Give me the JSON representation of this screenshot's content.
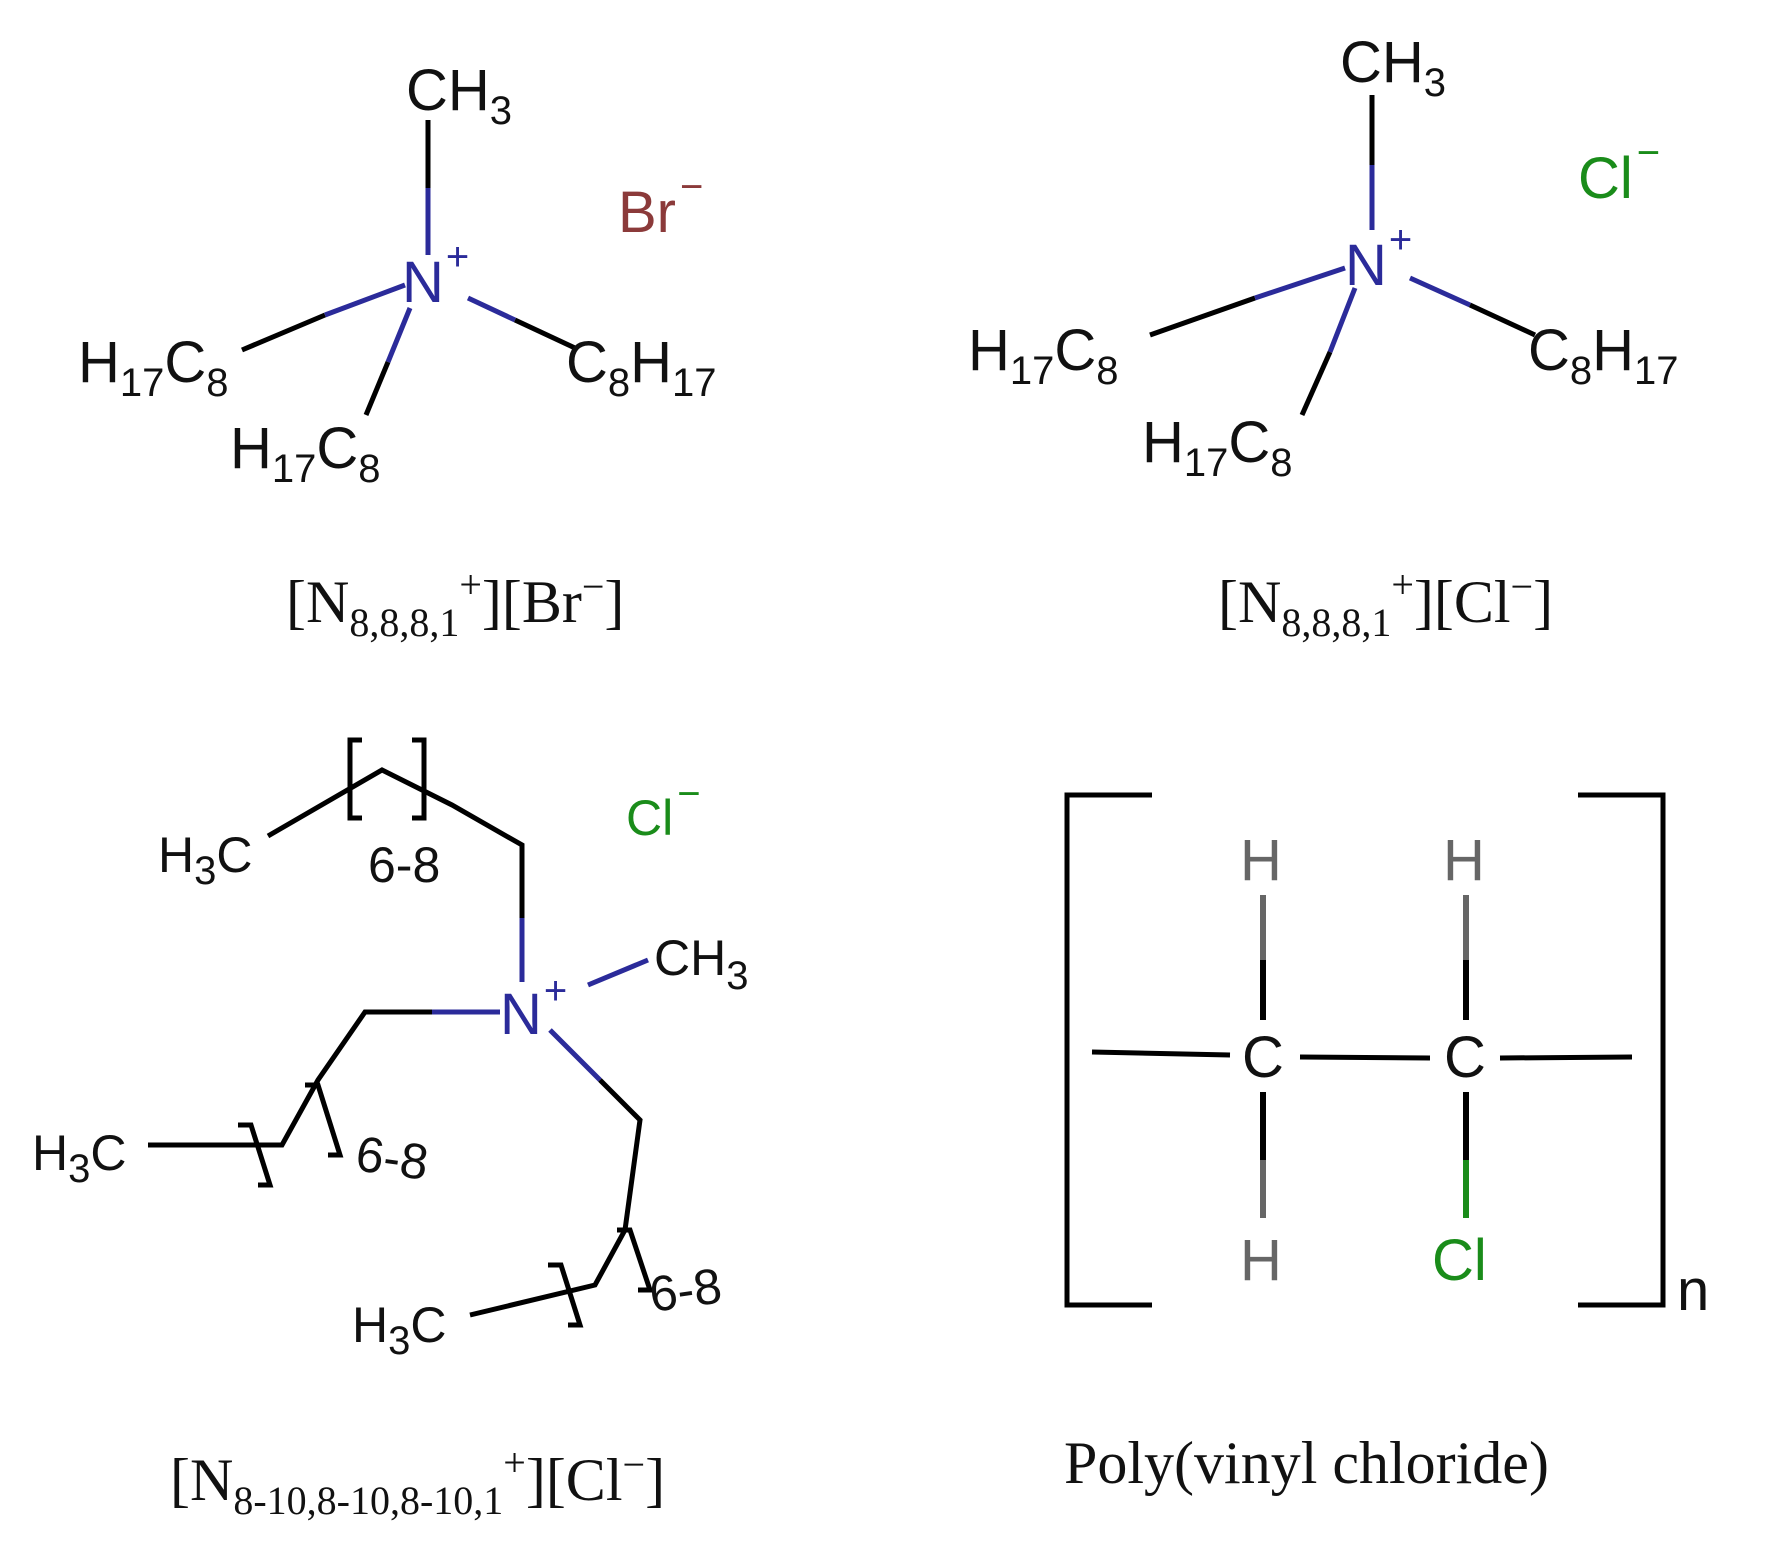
{
  "colors": {
    "bond": "#000000",
    "nitrogen": "#2b2b9a",
    "bromide": "#8b3a3a",
    "chloride": "#1a8c1a",
    "hydrogen_gray": "#666666"
  },
  "panels": {
    "top_left": {
      "methyl": {
        "main": "CH",
        "sub": "3"
      },
      "nitrogen": {
        "atom": "N",
        "charge": "+"
      },
      "anion": {
        "atom": "Br",
        "charge": "−"
      },
      "left_chain": {
        "h": "H",
        "hsub": "17",
        "c": "C",
        "csub": "8"
      },
      "right_chain": {
        "c": "C",
        "csub": "8",
        "h": "H",
        "hsub": "17"
      },
      "bottom_chain": {
        "h": "H",
        "hsub": "17",
        "c": "C",
        "csub": "8"
      },
      "caption": {
        "open": "[N",
        "sub": "8,8,8,1",
        "sup": "+",
        "close": "][Br",
        "anion_sup": "−",
        "end": "]"
      }
    },
    "top_right": {
      "methyl": {
        "main": "CH",
        "sub": "3"
      },
      "nitrogen": {
        "atom": "N",
        "charge": "+"
      },
      "anion": {
        "atom": "Cl",
        "charge": "−"
      },
      "left_chain": {
        "h": "H",
        "hsub": "17",
        "c": "C",
        "csub": "8"
      },
      "right_chain": {
        "c": "C",
        "csub": "8",
        "h": "H",
        "hsub": "17"
      },
      "bottom_chain": {
        "h": "H",
        "hsub": "17",
        "c": "C",
        "csub": "8"
      },
      "caption": {
        "open": "[N",
        "sub": "8,8,8,1",
        "sup": "+",
        "close": "][Cl",
        "anion_sup": "−",
        "end": "]"
      }
    },
    "bottom_left": {
      "anion": {
        "atom": "Cl",
        "charge": "−"
      },
      "methyl": {
        "main": "CH",
        "sub": "3"
      },
      "nitrogen": {
        "atom": "N",
        "charge": "+"
      },
      "top_chain": {
        "h": "H",
        "hsub": "3",
        "c": "C",
        "repeat": "6-8"
      },
      "middle_chain": {
        "h": "H",
        "hsub": "3",
        "c": "C",
        "repeat": "6-8"
      },
      "bottom_chain": {
        "h": "H",
        "hsub": "3",
        "c": "C",
        "repeat": "6-8"
      },
      "caption": {
        "open": "[N",
        "sub": "8-10,8-10,8-10,1",
        "sup": "+",
        "close": "][Cl",
        "anion_sup": "−",
        "end": "]"
      }
    },
    "bottom_right": {
      "h_top_left": "H",
      "h_top_right": "H",
      "c_left": "C",
      "c_right": "C",
      "h_bottom": "H",
      "cl_bottom": "Cl",
      "repeat_n": "n",
      "caption": "Poly(vinyl chloride)"
    }
  }
}
